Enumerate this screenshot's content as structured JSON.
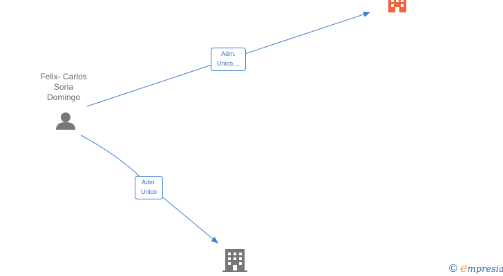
{
  "nodes": {
    "person": {
      "name_lines": [
        "Felix- Carlos",
        "Soria",
        "Domingo"
      ],
      "icon": "person-icon",
      "color": "#777777"
    },
    "company_top": {
      "icon": "building-icon",
      "color": "#f0643c"
    },
    "company_bottom": {
      "icon": "building-icon",
      "color": "#777777"
    }
  },
  "edges": [
    {
      "from": "person",
      "to": "company_top",
      "label_lines": [
        "Adm.",
        "Unico,..."
      ]
    },
    {
      "from": "person",
      "to": "company_bottom",
      "label_lines": [
        "Adm.",
        "Unico"
      ]
    }
  ],
  "colors": {
    "edge": "#3a7bd5"
  },
  "watermark": {
    "symbol": "©",
    "initial": "e",
    "rest": "mpresia"
  }
}
